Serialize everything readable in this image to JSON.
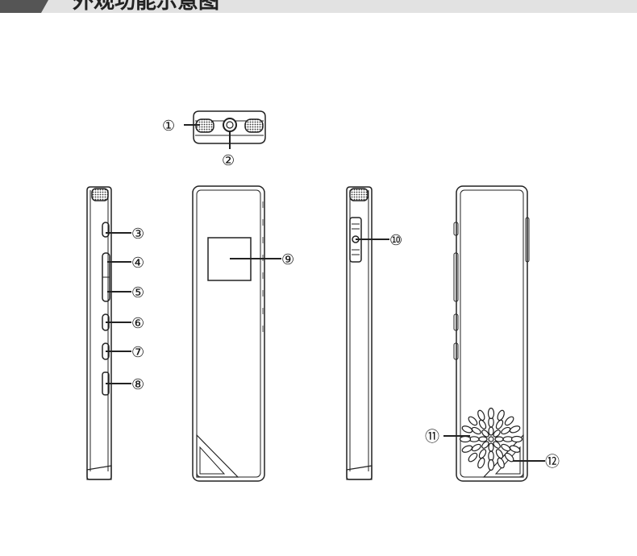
{
  "header": {
    "title": "外观功能示意图"
  },
  "callouts": [
    {
      "id": 1,
      "label": "①"
    },
    {
      "id": 2,
      "label": "②"
    },
    {
      "id": 3,
      "label": "③"
    },
    {
      "id": 4,
      "label": "④"
    },
    {
      "id": 5,
      "label": "⑤"
    },
    {
      "id": 6,
      "label": "⑥"
    },
    {
      "id": 7,
      "label": "⑦"
    },
    {
      "id": 8,
      "label": "⑧"
    },
    {
      "id": 9,
      "label": "⑨"
    },
    {
      "id": 10,
      "label": "⑩"
    },
    {
      "id": 11,
      "label": "⑪"
    },
    {
      "id": 12,
      "label": "⑫"
    }
  ]
}
